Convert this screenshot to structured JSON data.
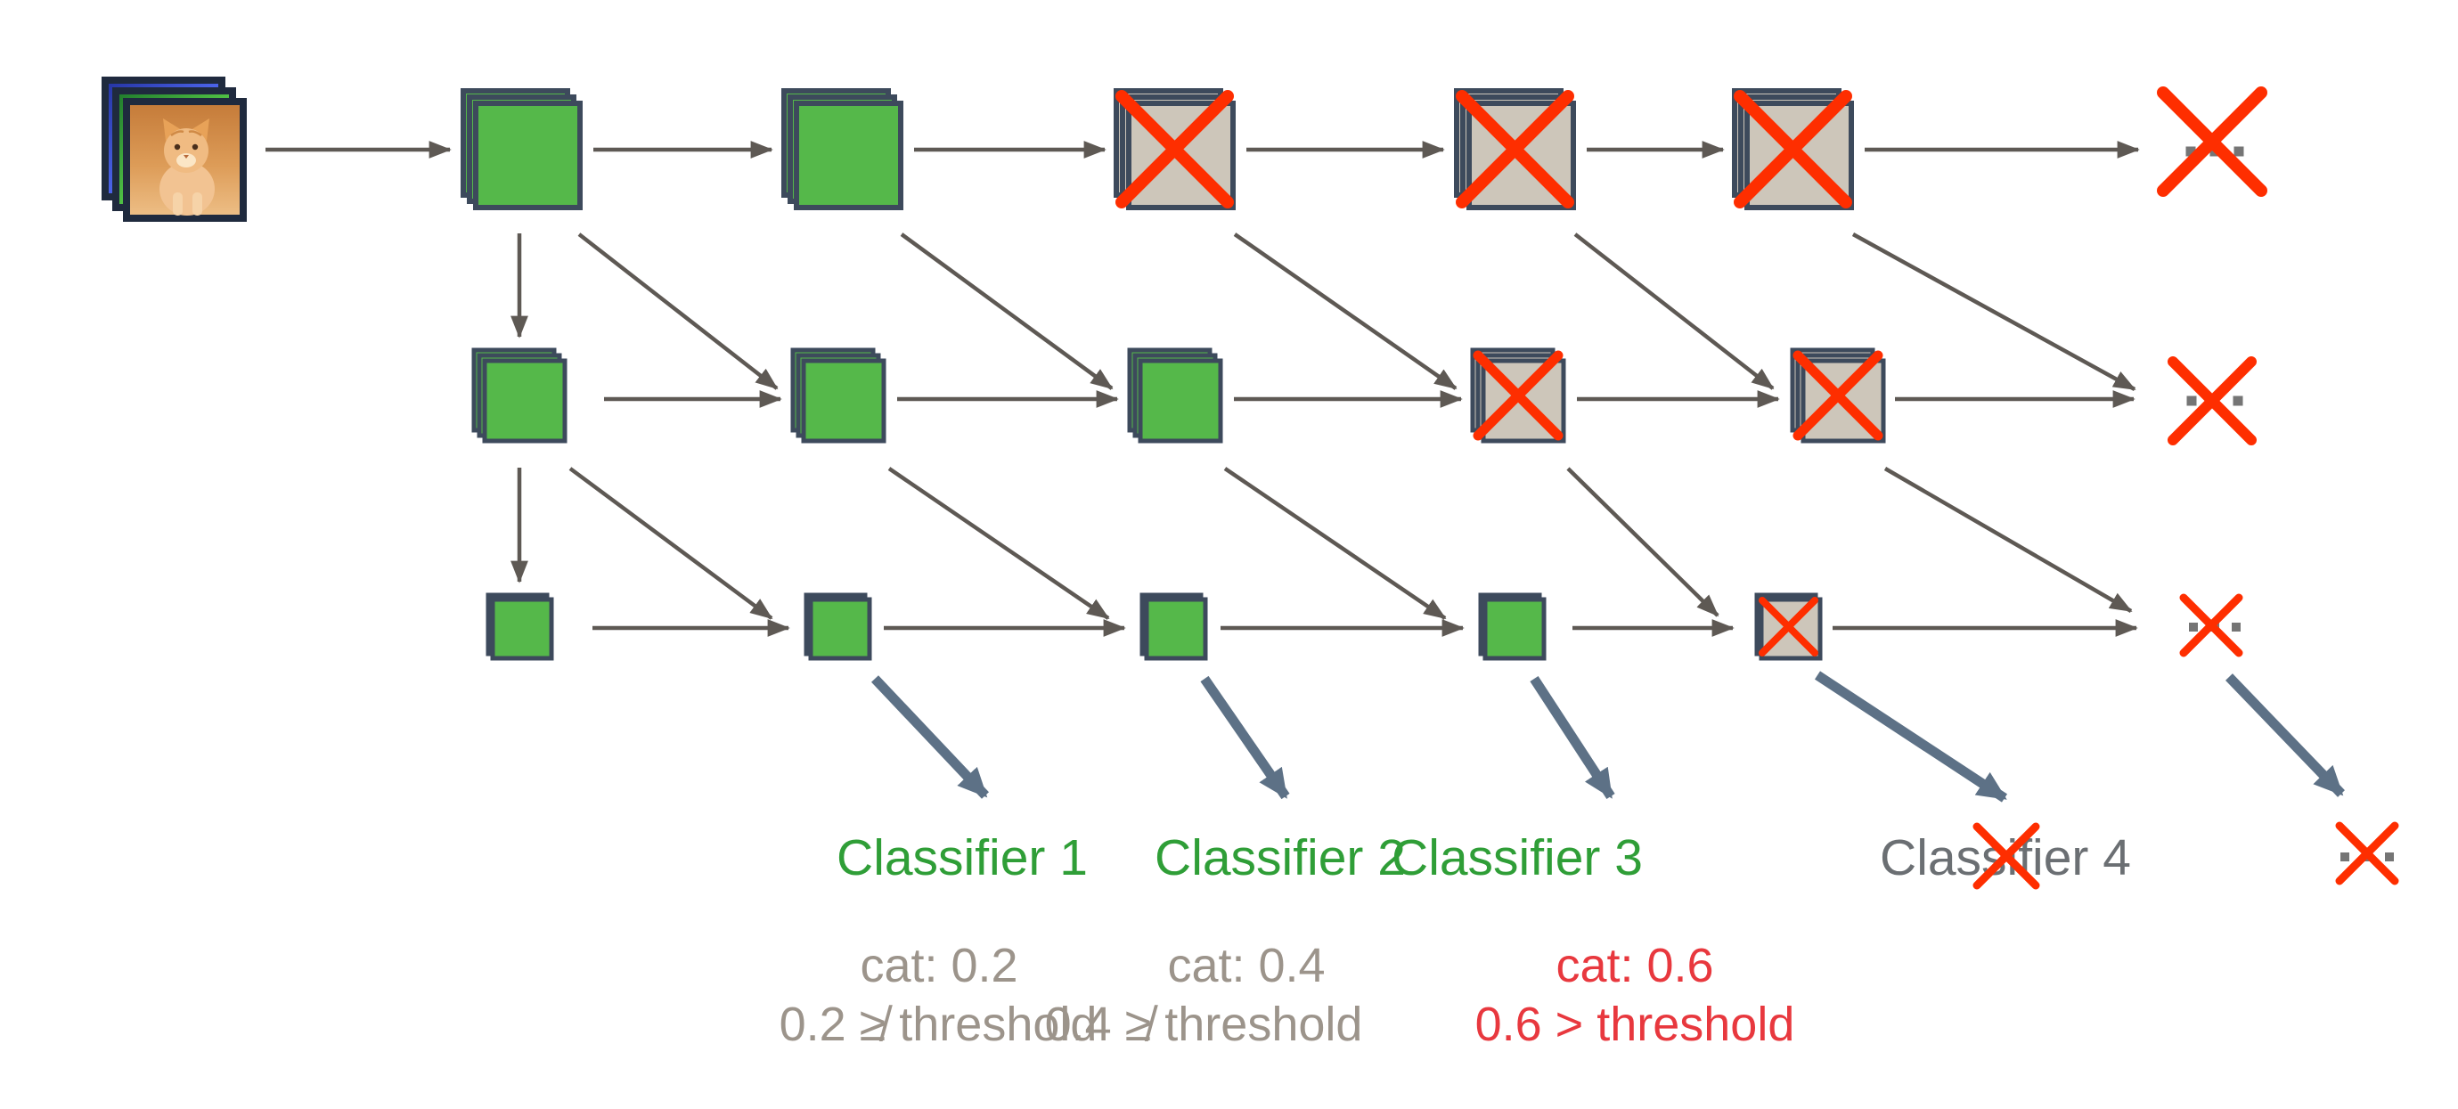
{
  "input": {
    "icon": "cat-image-stack",
    "description_visible": ""
  },
  "network": {
    "rows": [
      {
        "scale": "large",
        "cells": [
          "active",
          "active",
          "pruned",
          "pruned",
          "pruned"
        ],
        "end": "pruned-continuation"
      },
      {
        "scale": "medium",
        "cells": [
          "active",
          "active",
          "active",
          "pruned",
          "pruned"
        ],
        "end": "pruned-continuation"
      },
      {
        "scale": "small",
        "cells": [
          "active",
          "active",
          "active",
          "active",
          "pruned"
        ],
        "end": "pruned-continuation"
      }
    ]
  },
  "classifiers": [
    {
      "label": "Classifier 1",
      "crossed": false,
      "color": "#2F9E37"
    },
    {
      "label": "Classifier 2",
      "crossed": false,
      "color": "#2F9E37"
    },
    {
      "label": "Classifier 3",
      "crossed": false,
      "color": "#2F9E37"
    },
    {
      "label": "Classifier 4",
      "crossed": true,
      "color": "#6B6F73"
    },
    {
      "label": "",
      "crossed": true,
      "color": "#6B6F73"
    }
  ],
  "outputs": {
    "predictions": [
      {
        "text": "cat: 0.2",
        "color": "#9C948B"
      },
      {
        "text": "cat: 0.4",
        "color": "#9C948B"
      },
      {
        "text": "cat: 0.6",
        "color": "#E8383E"
      }
    ],
    "comparisons": [
      {
        "text": "0.2 ≱ threshold",
        "color": "#9C948B"
      },
      {
        "text": "0.4 ≱ threshold",
        "color": "#9C948B"
      },
      {
        "text": "0.6 > threshold",
        "color": "#E8383E"
      }
    ]
  },
  "colors": {
    "block_active_fill": "#55B84A",
    "block_pruned_fill": "#CDC6BA",
    "block_border": "#3D4A5C",
    "prune_cross_red": "#FE2E00",
    "flow_arrow": "#5E5954",
    "classifier_arrow": "#5D7186",
    "classifier_active_text": "#2F9E37",
    "classifier_skipped_text": "#6B6F73",
    "output_muted_text": "#9C948B",
    "output_exit_text": "#E8383E",
    "ellipsis_dots": "#757575"
  }
}
